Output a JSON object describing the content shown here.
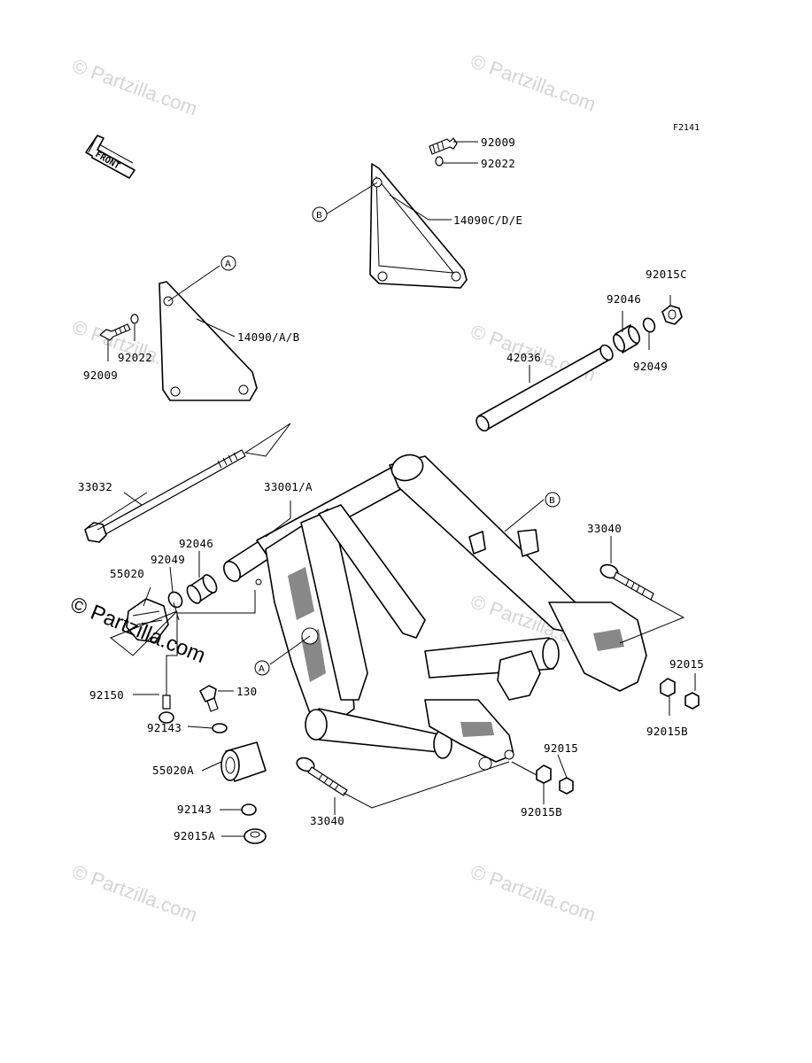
{
  "diagram_code": "F2141",
  "front_label": "FRONT",
  "watermark": "© Partzilla.com",
  "watermark_main": "© Partzilla.com",
  "ref_a": "A",
  "ref_b": "B",
  "parts": {
    "p92009_top": "92009",
    "p92022_top": "92022",
    "p14090cde": "14090C/D/E",
    "p92015c": "92015C",
    "p92046_right": "92046",
    "p92049_right": "92049",
    "p42036": "42036",
    "p14090ab": "14090/A/B",
    "p92022_left": "92022",
    "p92009_left": "92009",
    "p33032": "33032",
    "p33001a": "33001/A",
    "p92046_left": "92046",
    "p92049_left": "92049",
    "p55020": "55020",
    "p33040_right": "33040",
    "p92015_r1": "92015",
    "p92015b_r1": "92015B",
    "p92150": "92150",
    "p130": "130",
    "p92143_top": "92143",
    "p55020a": "55020A",
    "p92143_bot": "92143",
    "p92015a": "92015A",
    "p33040_bot": "33040",
    "p92015_r2": "92015",
    "p92015b_r2": "92015B"
  }
}
